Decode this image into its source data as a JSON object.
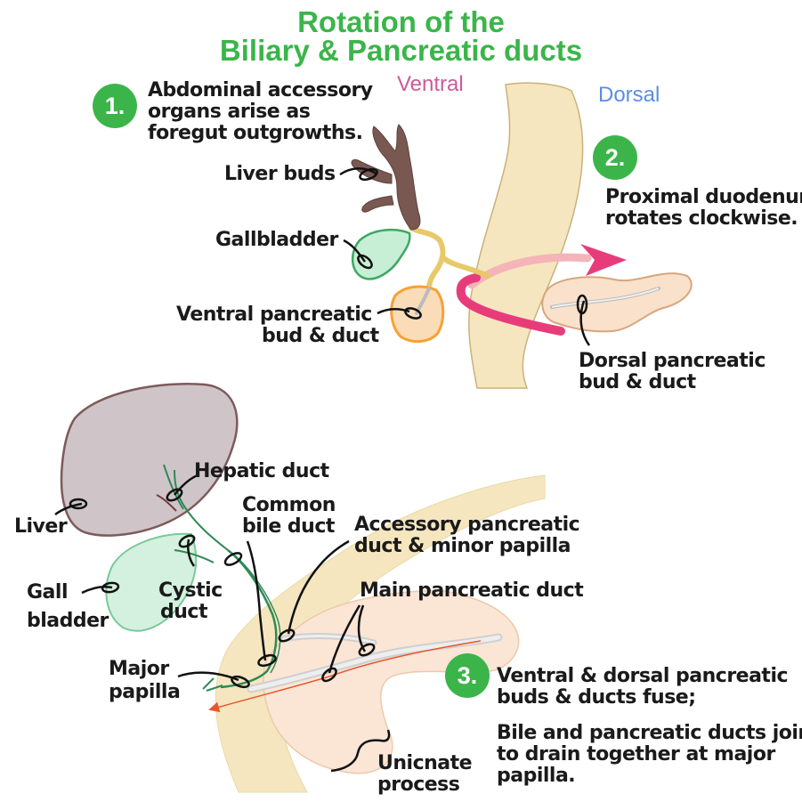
{
  "title": {
    "line1": "Rotation of the",
    "line2": "Biliary & Pancreatic ducts"
  },
  "orientation": {
    "ventral": "Ventral",
    "dorsal": "Dorsal"
  },
  "steps": [
    {
      "number": "1.",
      "lines": [
        "Abdominal accessory",
        "organs arise as",
        "foregut outgrowths."
      ]
    },
    {
      "number": "2.",
      "lines": [
        "Proximal duodenum",
        "rotates clockwise."
      ]
    },
    {
      "number": "3.",
      "lines": [
        "Ventral & dorsal pancreatic",
        "buds & ducts fuse;"
      ],
      "extra_lines": [
        "Bile and pancreatic ducts join",
        "to drain together at major",
        "papilla."
      ]
    }
  ],
  "top_labels": {
    "liver_buds": "Liver buds",
    "gallbladder": "Gallbladder",
    "ventral_bud": [
      "Ventral pancreatic",
      "bud & duct"
    ],
    "dorsal_bud": [
      "Dorsal pancreatic",
      "bud & duct"
    ]
  },
  "bottom_labels": {
    "hepatic_duct": "Hepatic duct",
    "common_bile_duct": [
      "Common",
      "bile duct"
    ],
    "accessory_duct": [
      "Accessory pancreatic",
      "duct & minor papilla"
    ],
    "main_duct": "Main pancreatic duct",
    "liver": "Liver",
    "gall_bladder": [
      "Gall",
      "bladder"
    ],
    "cystic_duct": [
      "Cystic",
      "duct"
    ],
    "major_papilla": [
      "Major",
      "papilla"
    ],
    "uncinate": [
      "Unicnate",
      "process"
    ]
  },
  "colors": {
    "green": "#3bb54a",
    "ventral_pink": "#cc5b9a",
    "dorsal_blue": "#5b8fe0",
    "duodenum": "#f5e6bf",
    "pancreas": "#f9e1cc",
    "liver_bud": "#7a5852",
    "gallbladder": "#c6efd5",
    "liver": "#cfc5c9",
    "rotation_arrow": "#e83c7a",
    "ventral_bud": "#f7a233",
    "bile_duct": "#e8c96a"
  }
}
